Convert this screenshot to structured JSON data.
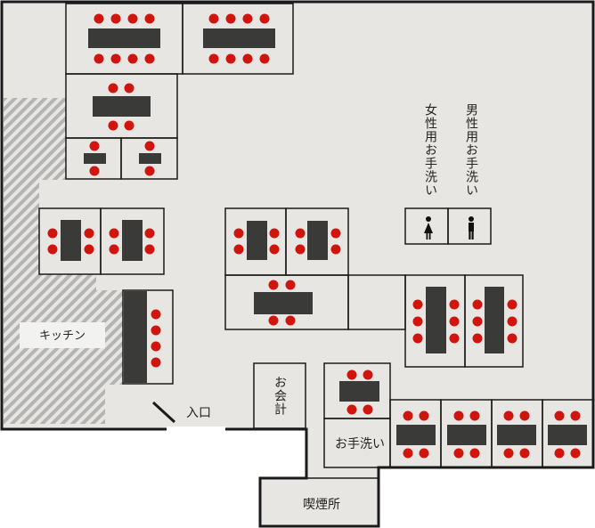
{
  "labels": {
    "womens_restroom": "女性用お手洗い",
    "mens_restroom": "男性用お手洗い",
    "kitchen": "キッチン",
    "entrance": "入口",
    "cashier": "お会計",
    "restroom": "お手洗い",
    "smoking_area": "喫煙所"
  },
  "icons": {
    "female": "female-person-icon",
    "male": "male-person-icon"
  },
  "colors": {
    "floor": "#e7e6e3",
    "wall": "#1a1a1a",
    "table": "#3a3a38",
    "seat": "#d0150f",
    "hatch": "#b9b9b9",
    "label_bg": "#f2f2f0",
    "outside": "#ffffff"
  }
}
